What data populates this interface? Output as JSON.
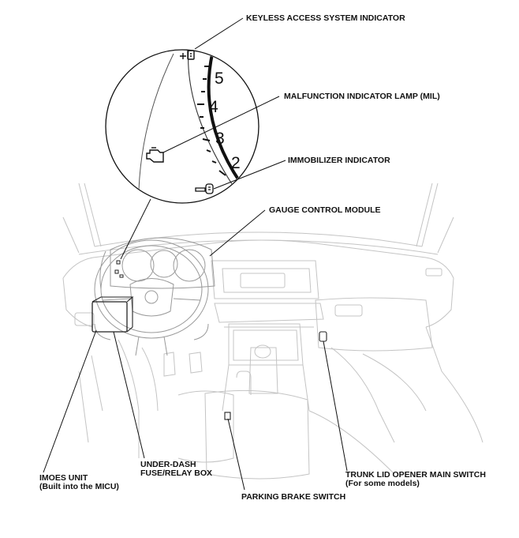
{
  "labels": {
    "keyless": "KEYLESS ACCESS SYSTEM INDICATOR",
    "mil": "MALFUNCTION INDICATOR LAMP (MIL)",
    "immobilizer": "IMMOBILIZER INDICATOR",
    "gauge": "GAUGE CONTROL MODULE",
    "imoes_line1": "IMOES UNIT",
    "imoes_line2": "(Built into the MICU)",
    "fuse_line1": "UNDER-DASH",
    "fuse_line2": "FUSE/RELAY BOX",
    "parking": "PARKING BRAKE SWITCH",
    "trunk_line1": "TRUNK LID OPENER MAIN SWITCH",
    "trunk_line2": "(For some models)"
  },
  "gauge_numbers": [
    "5",
    "4",
    "3",
    "2"
  ],
  "icons": [
    "keyless-access-icon",
    "engine-check-icon",
    "immobilizer-key-icon"
  ]
}
